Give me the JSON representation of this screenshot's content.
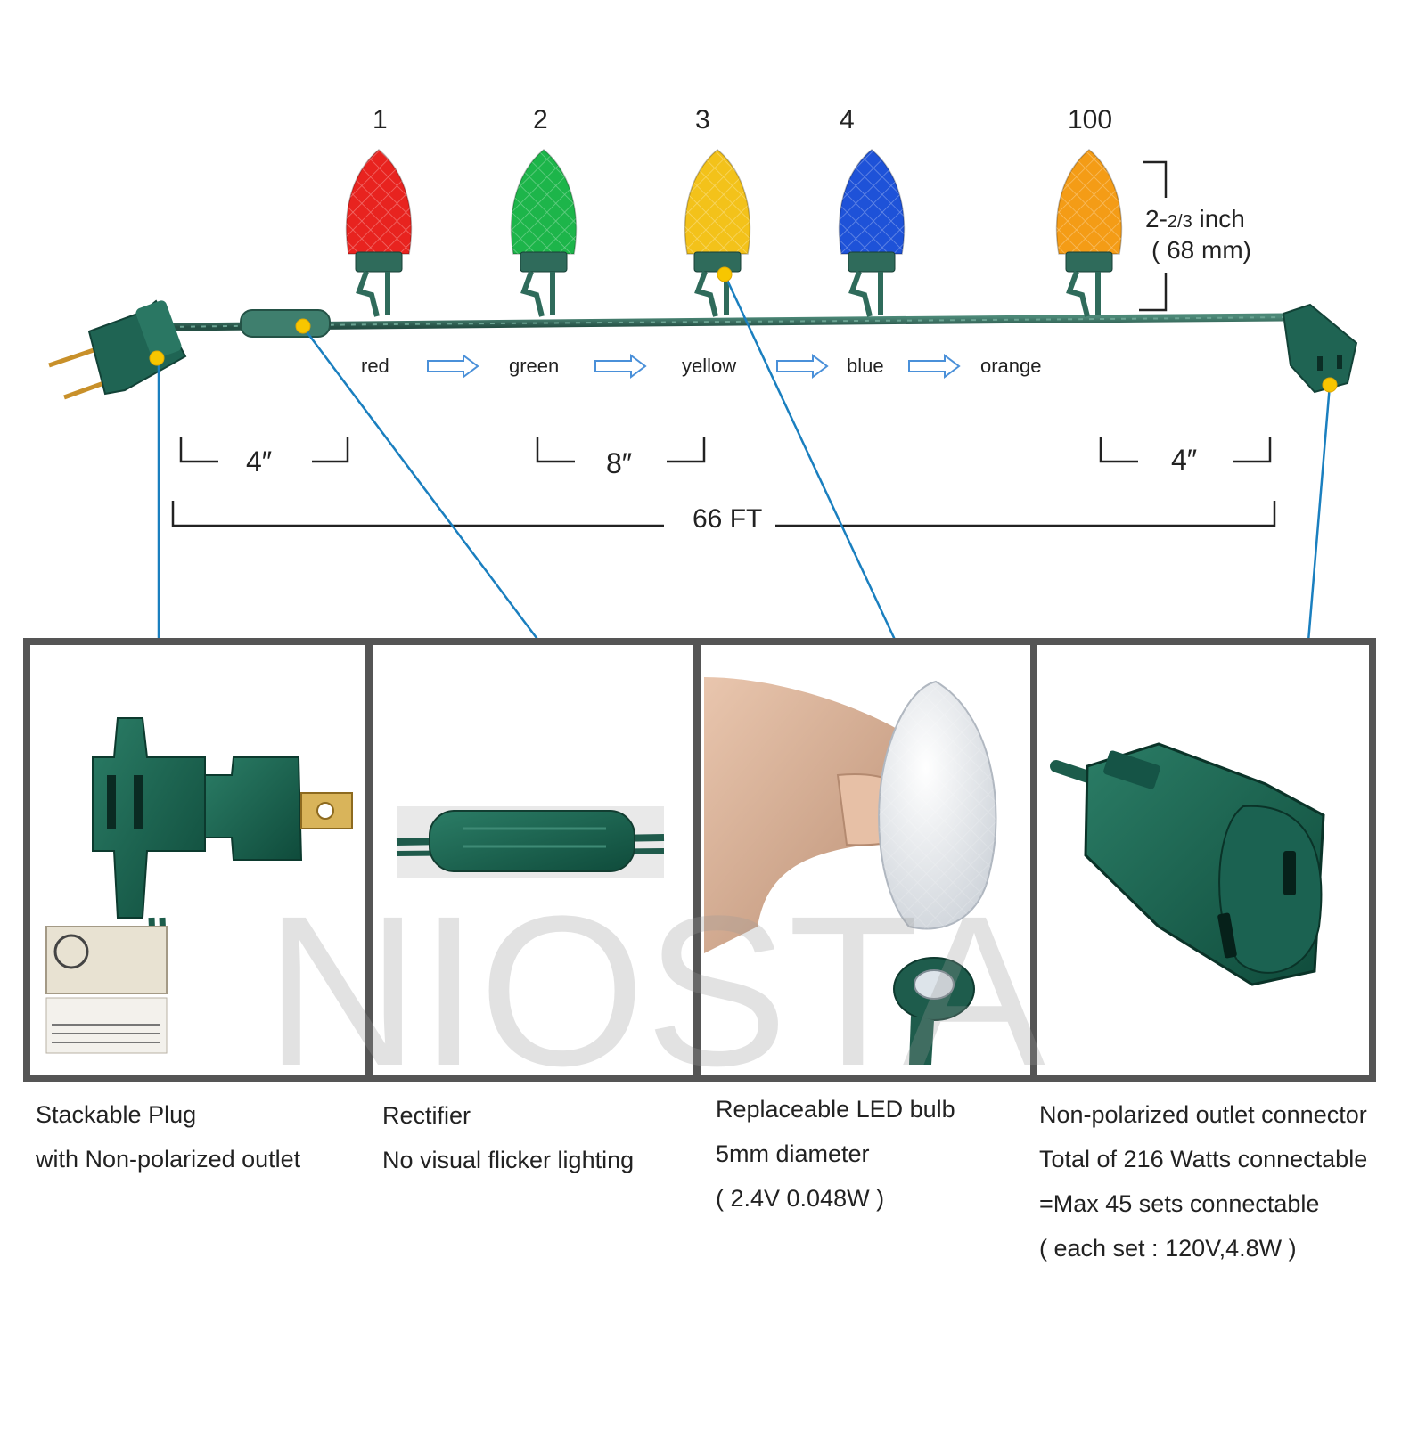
{
  "bulb_numbers": [
    "1",
    "2",
    "3",
    "4",
    "100"
  ],
  "colors": [
    {
      "label": "red",
      "hex": "#e8231f"
    },
    {
      "label": "green",
      "hex": "#1db54a"
    },
    {
      "label": "yellow",
      "hex": "#f3c21a"
    },
    {
      "label": "blue",
      "hex": "#1e52d8"
    },
    {
      "label": "orange",
      "hex": "#f49c16"
    }
  ],
  "bulb_height": {
    "value": "2-",
    "fraction": "2/3",
    "unit": " inch",
    "metric": "( 68 mm)"
  },
  "dimensions": {
    "lead_left": "4″",
    "spacing": "8″",
    "lead_right": "4″",
    "total_length": "66 FT"
  },
  "accent_colors": {
    "wire": "#2f6b5b",
    "callout_line": "#1a7fbf",
    "callout_dot": "#f7c600",
    "arrow": "#4a90d9"
  },
  "watermark": "NIOSTA",
  "panels": [
    {
      "icon": "stackable-plug-icon",
      "lines": [
        "Stackable Plug",
        "with Non-polarized outlet"
      ]
    },
    {
      "icon": "rectifier-icon",
      "lines": [
        "Rectifier",
        "No visual flicker lighting"
      ]
    },
    {
      "icon": "led-bulb-icon",
      "lines": [
        "Replaceable LED bulb",
        "5mm diameter",
        "( 2.4V 0.048W )"
      ]
    },
    {
      "icon": "outlet-connector-icon",
      "lines": [
        "Non-polarized outlet connector",
        "Total of 216 Watts connectable",
        "=Max 45 sets connectable",
        "( each set : 120V,4.8W )"
      ]
    }
  ]
}
